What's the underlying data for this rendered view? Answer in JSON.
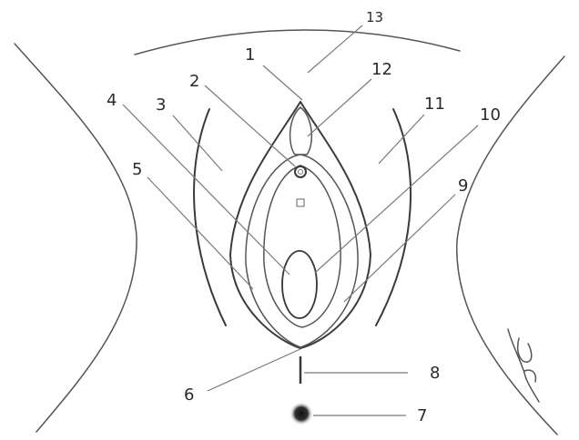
{
  "diagram": {
    "labels": [
      {
        "id": "1",
        "text": "1"
      },
      {
        "id": "2",
        "text": "2"
      },
      {
        "id": "3",
        "text": "3"
      },
      {
        "id": "4",
        "text": "4"
      },
      {
        "id": "5",
        "text": "5"
      },
      {
        "id": "6",
        "text": "6"
      },
      {
        "id": "7",
        "text": "7"
      },
      {
        "id": "8",
        "text": "8"
      },
      {
        "id": "9",
        "text": "9"
      },
      {
        "id": "10",
        "text": "10"
      },
      {
        "id": "11",
        "text": "11"
      },
      {
        "id": "12",
        "text": "12"
      },
      {
        "id": "13",
        "text": "13"
      }
    ]
  }
}
